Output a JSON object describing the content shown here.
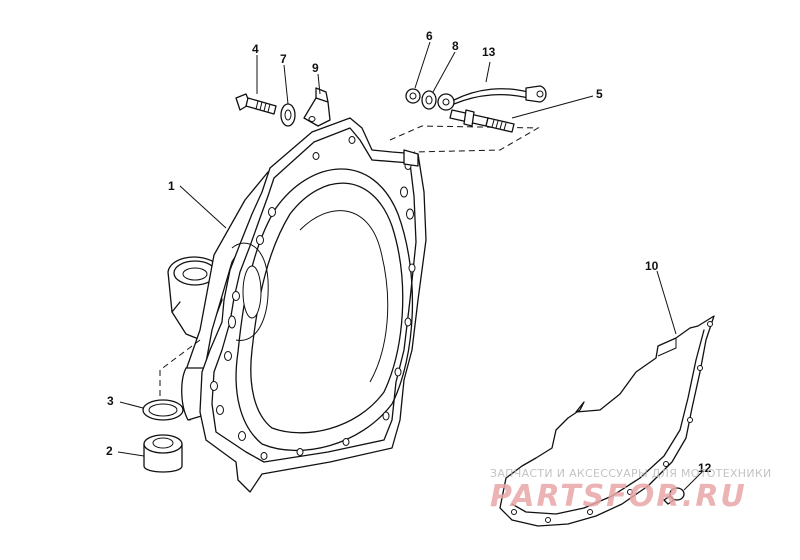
{
  "callouts": {
    "c1": "1",
    "c2": "2",
    "c3": "3",
    "c4": "4",
    "c5": "5",
    "c6": "6",
    "c7": "7",
    "c8": "8",
    "c9": "9",
    "c10": "10",
    "c12": "12",
    "c13": "13"
  },
  "watermark": {
    "caption": "ЗАПЧАСТИ И АКСЕССУАРЫ ДЛЯ МОТОТЕХНИКИ",
    "logo": "PARTSFOR.RU"
  }
}
